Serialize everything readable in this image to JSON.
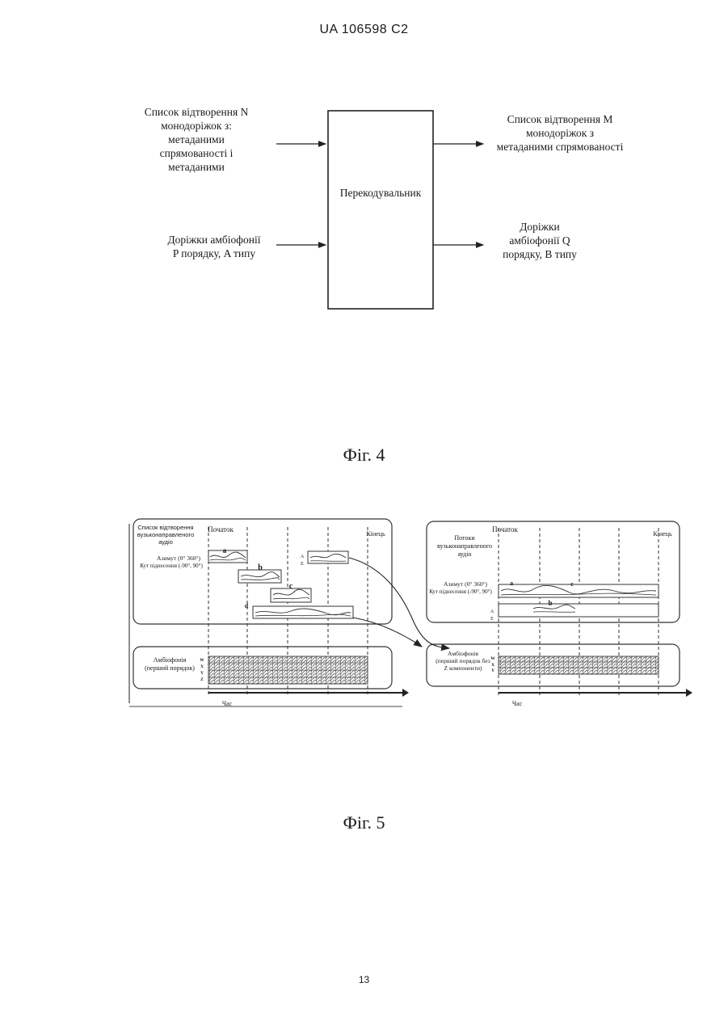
{
  "header": "UA   106598   C2",
  "fig4": {
    "input_top": [
      "Список відтворення N",
      "монодоріжок з:",
      "метаданими",
      "спрямованості і",
      "метаданими"
    ],
    "input_bottom": [
      "Доріжки амбіофонії",
      "P порядку, A типу"
    ],
    "block": "Перекодувальник",
    "output_top": [
      "Список відтворення M",
      "монодоріжок з",
      "метаданими спрямованості"
    ],
    "output_bottom": [
      "Доріжки",
      "амбіофонії Q",
      "порядку, B типу"
    ],
    "caption": "Фіг. 4"
  },
  "fig5": {
    "left_panel": {
      "title": [
        "Список відтворення",
        "вузьконаправленого",
        "аудіо"
      ],
      "start": "Початок",
      "end": "Кінець",
      "azimuth": "Азимут (0° 360°)",
      "elevation": "Кут піднесення (-90°, 90°)",
      "tracks": [
        "a",
        "b",
        "c",
        "d"
      ],
      "axis_a": "A",
      "axis_e": "E"
    },
    "left_ambi": {
      "label": [
        "Амбіофонія",
        "(перший порядок)"
      ],
      "channels": [
        "W",
        "X",
        "Y",
        "Z"
      ]
    },
    "right_panel": {
      "title": [
        "Потоки",
        "вузьконаправленого",
        "аудіо"
      ],
      "start": "Початок",
      "end": "Кінець",
      "azimuth": "Азимут (0° 360°)",
      "elevation": "Кут піднесення (-90°, 90°)",
      "tracks": [
        "a",
        "c",
        "b"
      ],
      "axis_a": "A",
      "axis_e": "E"
    },
    "right_ambi": {
      "label": [
        "Амбіофонія",
        "(перший порядок без",
        "Z компоненти)"
      ],
      "channels": [
        "W",
        "X",
        "Y"
      ]
    },
    "time_label": "Час",
    "caption": "Фіг. 5"
  },
  "page_number": "13"
}
